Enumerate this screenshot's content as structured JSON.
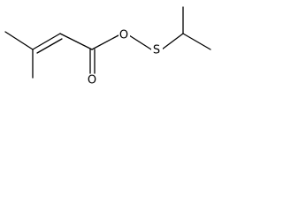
{
  "molecule": {
    "atoms": {
      "O_carbonyl": "O",
      "O_ester": "O",
      "S": "S"
    },
    "colors": {
      "bond": "#000000",
      "label": "#000000",
      "background": "#ffffff"
    }
  }
}
